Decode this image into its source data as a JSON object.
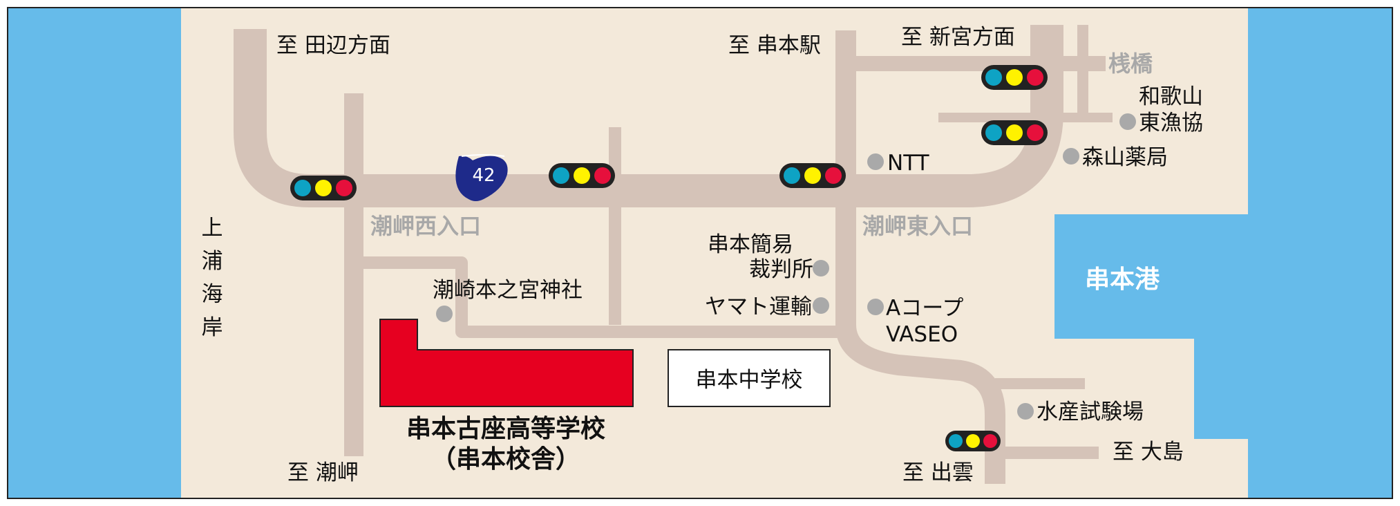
{
  "colors": {
    "land": "#f3e9da",
    "sea": "#66bbea",
    "road": "#d5c3b8",
    "school": "#e60020",
    "route_shield": "#1e2a8a",
    "light_blue": "#0ea3c4",
    "light_yellow": "#fff200",
    "light_red": "#e6103c",
    "poi_dot": "#a9a9a9",
    "gray_label": "#a8a8a8"
  },
  "labels": {
    "to_tanabe": "至 田辺方面",
    "to_kushimoto_station": "至 串本駅",
    "to_shingu": "至 新宮方面",
    "bridge": "桟橋",
    "wakayama_line1": "和歌山",
    "wakayama_line2": "東漁協",
    "ntt": "NTT",
    "moriyama": "森山薬局",
    "shiomisaki_west": "潮岬西入口",
    "shiomisaki_east": "潮岬東入口",
    "court_line1": "串本簡易",
    "court_line2": "裁判所",
    "shrine": "潮崎本之宮神社",
    "yamato": "ヤマト運輸",
    "acoop_line1": "Aコープ",
    "acoop_line2": "VASEO",
    "junior_high": "串本中学校",
    "fisheries": "水産試験場",
    "to_oshima": "至 大島",
    "to_izumo": "至 出雲",
    "to_shiomisaki": "至 潮岬",
    "school_line1": "串本古座高等学校",
    "school_line2": "（串本校舎）",
    "port": "串本港",
    "coast_chars": [
      "上",
      "浦",
      "海",
      "岸"
    ],
    "route_number": "42"
  }
}
